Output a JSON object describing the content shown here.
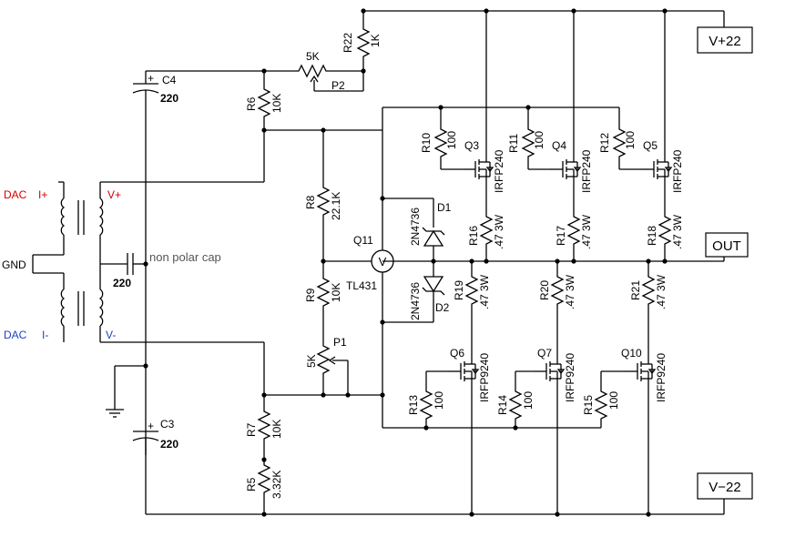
{
  "rails": {
    "vpos": "V+22",
    "vneg": "V−22",
    "out": "OUT"
  },
  "input": {
    "dac_top": "DAC",
    "dac_bottom": "DAC",
    "i_plus": "I+",
    "v_plus": "V+",
    "gnd": "GND",
    "i_minus": "I-",
    "v_minus": "V-",
    "nonpolar_cap_value": "220",
    "nonpolar_cap_note": "non polar cap"
  },
  "components": {
    "c4": {
      "ref": "C4",
      "value": "220"
    },
    "c3": {
      "ref": "C3",
      "value": "220"
    },
    "r6": {
      "ref": "R6",
      "value": "10K"
    },
    "r7": {
      "ref": "R7",
      "value": "10K"
    },
    "r5": {
      "ref": "R5",
      "value": "3.32K"
    },
    "r8": {
      "ref": "R8",
      "value": "22.1K"
    },
    "r9": {
      "ref": "R9",
      "value": "10K"
    },
    "r22": {
      "ref": "R22",
      "value": "1K"
    },
    "p2": {
      "ref": "P2",
      "value": "5K"
    },
    "p1": {
      "ref": "P1",
      "value": "5K"
    },
    "q11": {
      "ref": "Q11",
      "part": "TL431",
      "symbol": "V"
    },
    "d1": {
      "ref": "D1",
      "part": "2N4736"
    },
    "d2": {
      "ref": "D2",
      "part": "2N4736"
    },
    "r10": {
      "ref": "R10",
      "value": "100"
    },
    "r11": {
      "ref": "R11",
      "value": "100"
    },
    "r12": {
      "ref": "R12",
      "value": "100"
    },
    "r13": {
      "ref": "R13",
      "value": "100"
    },
    "r14": {
      "ref": "R14",
      "value": "100"
    },
    "r15": {
      "ref": "R15",
      "value": "100"
    },
    "q3": {
      "ref": "Q3",
      "part": "IRFP240"
    },
    "q4": {
      "ref": "Q4",
      "part": "IRFP240"
    },
    "q5": {
      "ref": "Q5",
      "part": "IRFP240"
    },
    "q6": {
      "ref": "Q6",
      "part": "IRFP9240"
    },
    "q7": {
      "ref": "Q7",
      "part": "IRFP9240"
    },
    "q10": {
      "ref": "Q10",
      "part": "IRFP9240"
    },
    "r16": {
      "ref": "R16",
      "value": ".47 3W"
    },
    "r17": {
      "ref": "R17",
      "value": ".47 3W"
    },
    "r18": {
      "ref": "R18",
      "value": ".47 3W"
    },
    "r19": {
      "ref": "R19",
      "value": ".47 3W"
    },
    "r20": {
      "ref": "R20",
      "value": ".47 3W"
    },
    "r21": {
      "ref": "R21",
      "value": ".47 3W"
    }
  }
}
